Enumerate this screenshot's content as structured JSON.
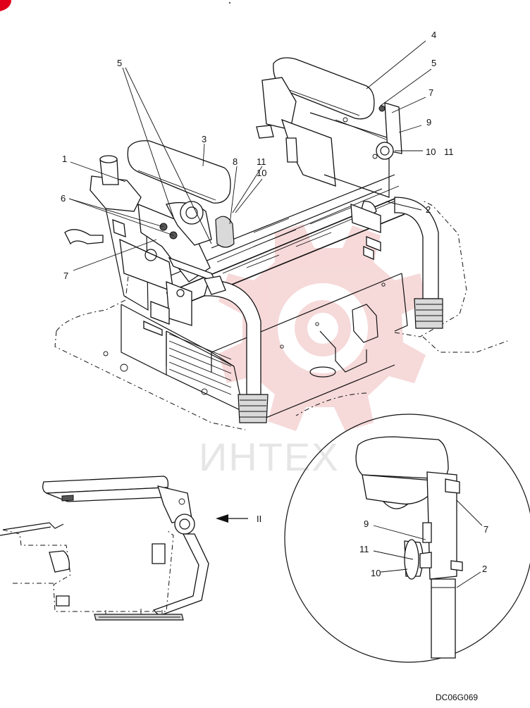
{
  "diagram": {
    "figure_code": "DC06G069",
    "watermark": "ИНТЕХ",
    "view_marker": "II",
    "main_callouts": [
      "4",
      "5",
      "7",
      "9",
      "10",
      "11",
      "5",
      "3",
      "1",
      "6",
      "8",
      "11",
      "10",
      "7",
      "2"
    ],
    "detail_callouts": [
      "9",
      "11",
      "10",
      "7",
      "2"
    ],
    "colors": {
      "line": "#111111",
      "accent": "#e0001a",
      "watermark": "#f2b8b8"
    }
  }
}
